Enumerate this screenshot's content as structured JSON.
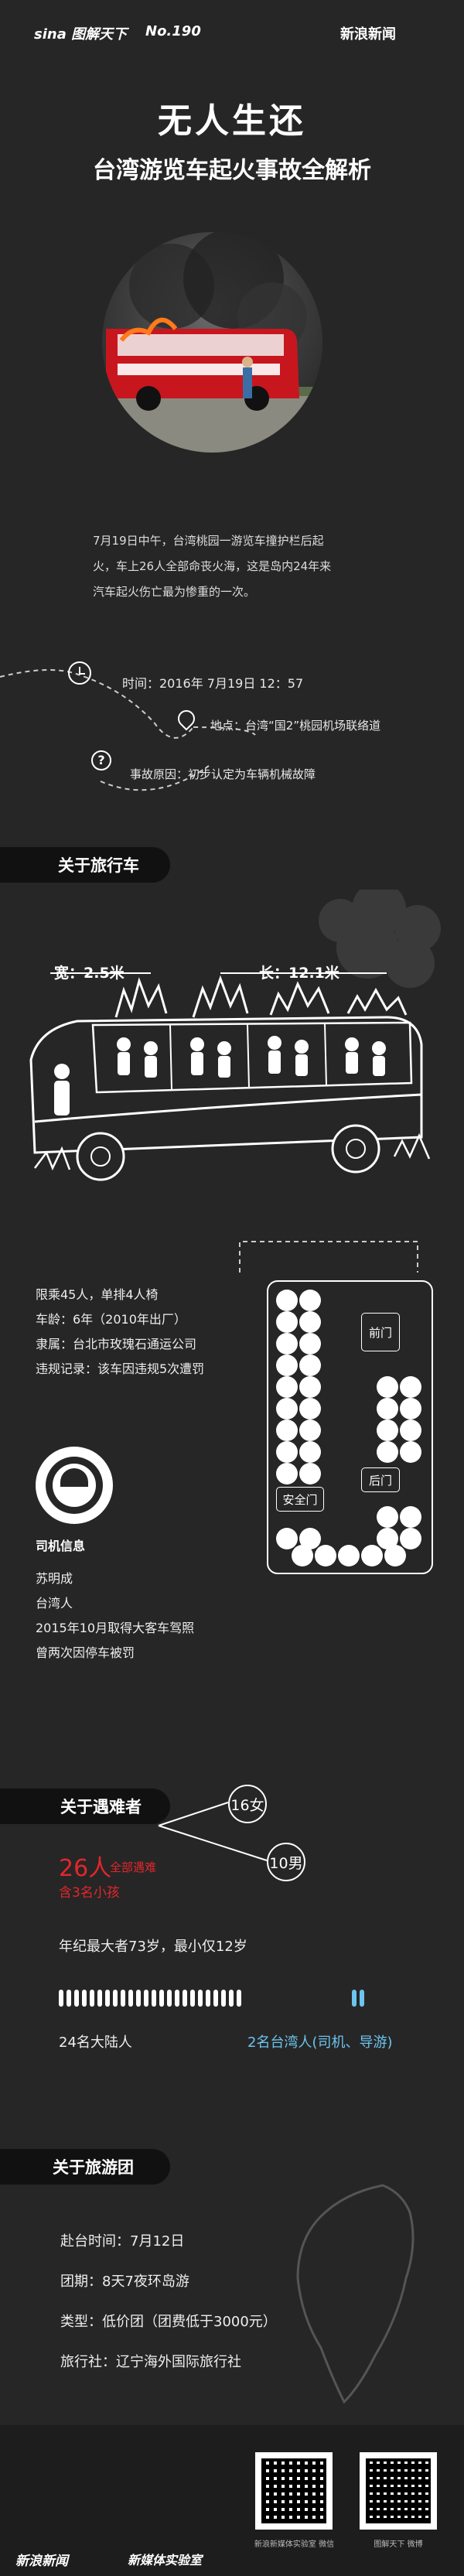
{
  "header": {
    "brand_left": "sina 图解天下",
    "issue": "No.190",
    "brand_right": "新浪新闻"
  },
  "title": {
    "main": "无人生还",
    "sub": "台湾游览车起火事故全解析"
  },
  "intro": [
    "7月19日中午，台湾桃园一游览车撞护栏后起",
    "火，车上26人全部命丧火海，这是岛内24年来",
    "汽车起火伤亡最为惨重的一次。"
  ],
  "timeline": {
    "time": "时间：2016年 7月19日 12：57",
    "place": "地点：台湾“国2”桃园机场联络道",
    "cause": "事故原因：初步认定为车辆机械故障"
  },
  "bus_section": {
    "title": "关于旅行车",
    "width": "宽：2.5米",
    "length": "长：12.1米",
    "facts": [
      "限乘45人，单排4人椅",
      "车龄：6年（2010年出厂）",
      "隶属：台北市玫瑰石通运公司",
      "违规记录：该车因违规5次遭罚"
    ],
    "doors": {
      "front": "前门",
      "rear": "后门",
      "safety": "安全门"
    }
  },
  "driver": {
    "title": "司机信息",
    "lines": [
      "苏明成",
      "台湾人",
      "2015年10月取得大客车驾照",
      "曾两次因停车被罚"
    ]
  },
  "victims": {
    "title": "关于遇难者",
    "count": "26人",
    "count_note": "全部遇难",
    "children": "含3名小孩",
    "female": "16女",
    "male": "10男",
    "age": "年纪最大者73岁，最小仅12岁",
    "mainland_label": "24名大陆人",
    "taiwan_label": "2名台湾人(司机、导游)",
    "mainland_count": 24,
    "taiwan_count": 2
  },
  "tour": {
    "title": "关于旅游团",
    "lines": [
      "赴台时间：7月12日",
      "团期：8天7夜环岛游",
      "类型：低价团（团费低于3000元）",
      "旅行社：辽宁海外国际旅行社"
    ]
  },
  "footer": {
    "brand": "新浪新闻",
    "lab": "新媒体实验室",
    "qr1_caption": "新浪新媒体实验室 微信",
    "qr2_caption": "图解天下 微博"
  },
  "colors": {
    "background": "#262626",
    "accent_red": "#e3262b",
    "accent_blue": "#6cc4ef",
    "bus_red": "#c8161e"
  }
}
